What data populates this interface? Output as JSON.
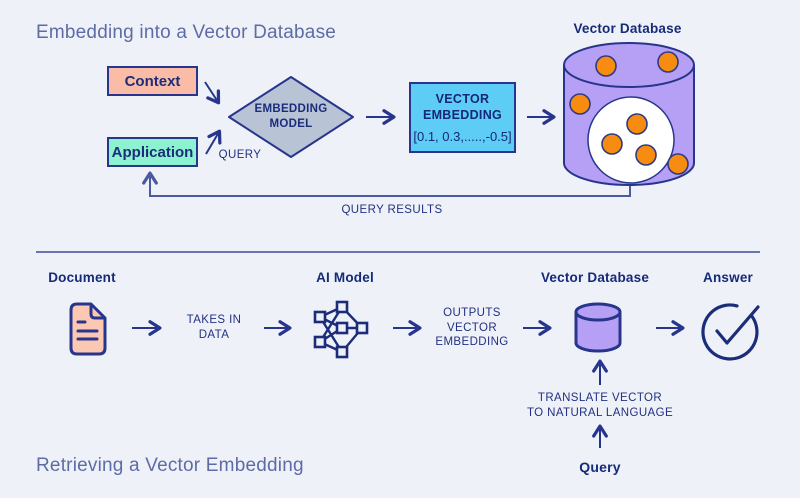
{
  "colors": {
    "background": "#eff1f8",
    "navy": "#27368c",
    "navy_text": "#152a78",
    "slate_title": "#5d6ca7",
    "salmon": "#fbbca7",
    "mint": "#8df2cf",
    "cyan": "#5ecdf6",
    "purple": "#b6a0f5",
    "steel_blue": "#b9c3d6",
    "orange": "#f78c10",
    "white": "#ffffff"
  },
  "top": {
    "title": "Embedding into a Vector Database",
    "context_label": "Context",
    "application_label": "Application",
    "model_label": [
      "EMBEDDING",
      "MODEL"
    ],
    "query_label": "QUERY",
    "embedding_box": {
      "title": [
        "VECTOR",
        "EMBEDDING"
      ],
      "value": "[0.1, 0.3,.....,-0.5]"
    },
    "database_label": "Vector Database",
    "query_results_label": "QUERY RESULTS"
  },
  "bottom": {
    "title": "Retrieving a Vector Embedding",
    "document_label": "Document",
    "takes_in": [
      "TAKES IN",
      "DATA"
    ],
    "ai_model_label": "AI Model",
    "outputs": [
      "OUTPUTS",
      "VECTOR",
      "EMBEDDING"
    ],
    "database_label": "Vector Database",
    "answer_label": "Answer",
    "translate": [
      "TRANSLATE VECTOR",
      "TO NATURAL LANGUAGE"
    ],
    "query_label": "Query"
  },
  "icons": {
    "vector_database": "database-cylinder-icon",
    "document": "document-icon",
    "ai_model": "neural-network-icon",
    "answer": "check-circle-icon"
  }
}
